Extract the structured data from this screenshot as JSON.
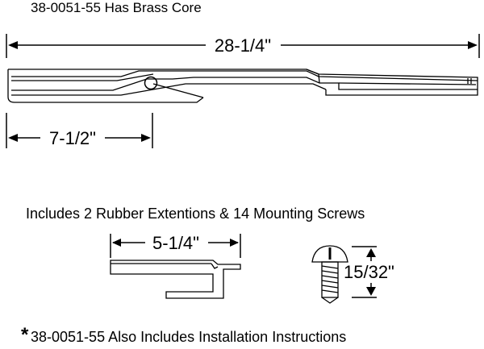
{
  "title": "38-0051-55 Has Brass Core",
  "dimensions": {
    "overall_length": "28-1/4\"",
    "core_offset": "7-1/2\"",
    "extension_length": "5-1/4\"",
    "screw_length": "15/32\""
  },
  "includes_text": "Includes 2 Rubber Extentions & 14 Mounting Screws",
  "footnote": {
    "marker": "*",
    "text": "38-0051-55 Also Includes Installation Instructions"
  }
}
